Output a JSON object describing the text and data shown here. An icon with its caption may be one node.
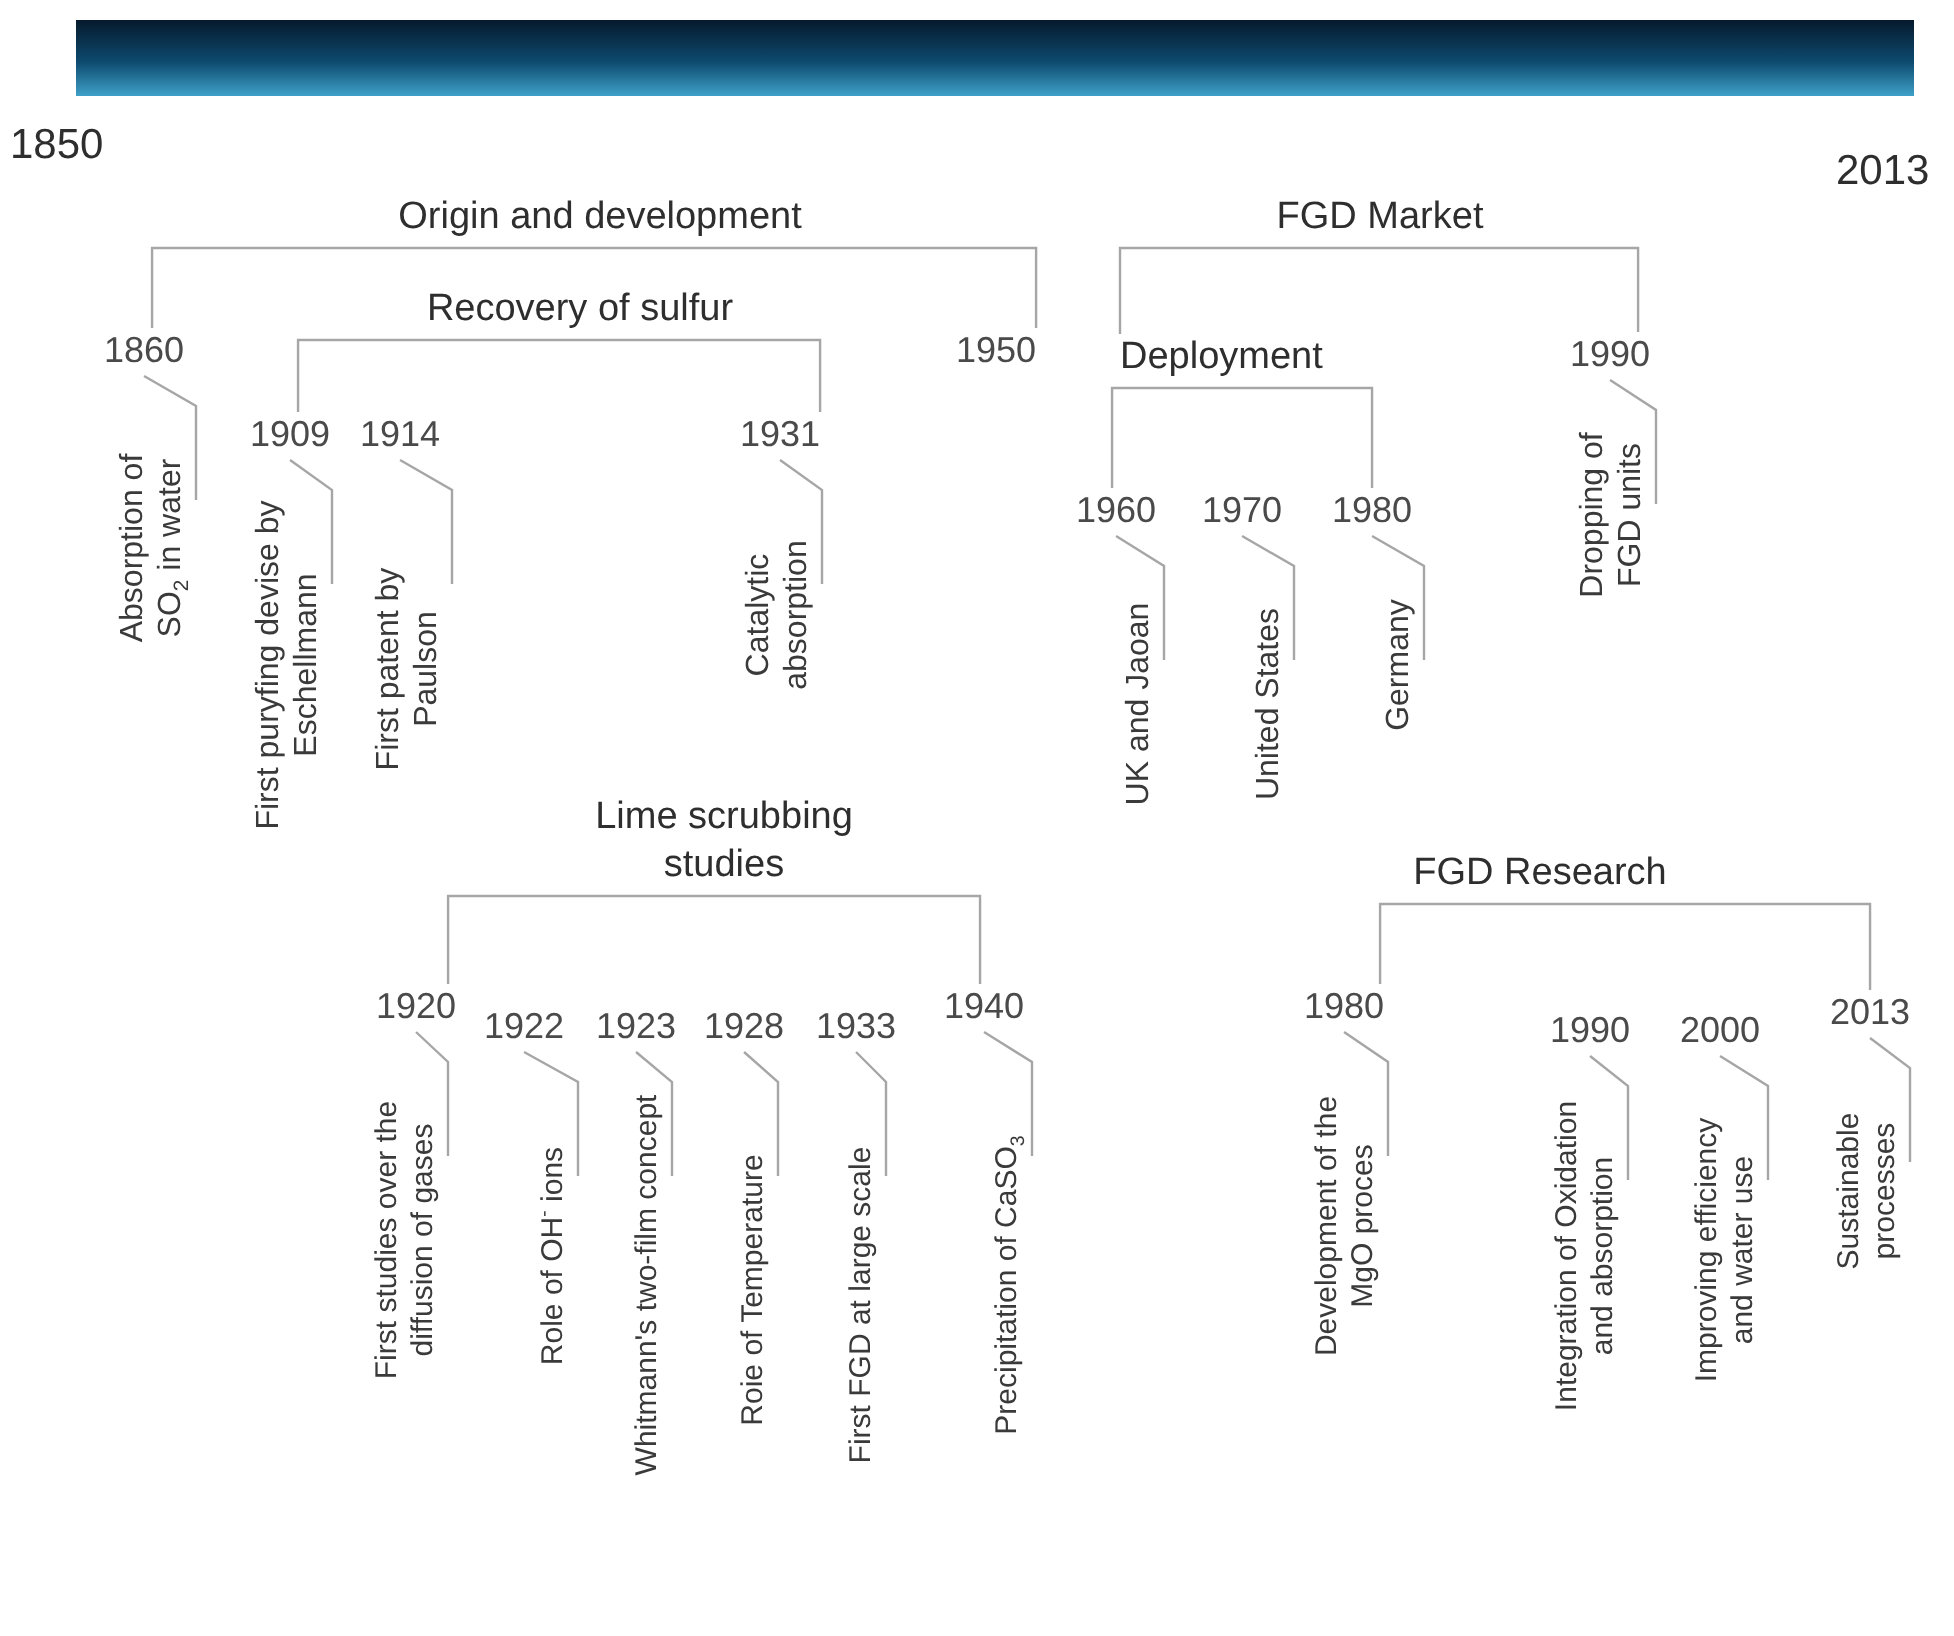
{
  "diagram": {
    "nodes": [
      {
        "text": [
          "Origin and development"
        ]
      },
      {
        "text": [
          "1860"
        ]
      },
      {
        "text": [
          "Absorption of SO$_{2}$ in water"
        ]
      },
      {
        "text": [
          "Recovery of sulfur"
        ]
      },
      {
        "text": [
          "1909"
        ]
      },
      {
        "text": [
          "First puryfing devise by Eschellmann"
        ]
      },
      {
        "text": [
          "1914"
        ]
      },
      {
        "text": [
          "First patent by Paulson"
        ]
      },
      {
        "text": [
          "1931"
        ]
      },
      {
        "text": [
          "Catalytic absorption"
        ]
      },
      {
        "text": [
          "1950"
        ]
      },
      {
        "text": [
          "FGD Market"
        ]
      },
      {
        "text": [
          "Deployment"
        ]
      },
      {
        "text": [
          "1960"
        ]
      },
      {
        "text": [
          "UK and Jaoan"
        ]
      },
      {
        "text": [
          "1970"
        ]
      },
      {
        "text": [
          "United States"
        ]
      },
      {
        "text": [
          "1980"
        ]
      },
      {
        "text": [
          "Germany"
        ]
      },
      {
        "text": [
          "1990"
        ]
      },
      {
        "text": [
          "Dropping of FGD units"
        ]
      },
      {
        "text": [
          "Lime scrubbing studies"
        ]
      },
      {
        "text": [
          "1920"
        ]
      },
      {
        "text": [
          "First studies over the diffusion of gases"
        ]
      },
      {
        "text": [
          "1922"
        ]
      },
      {
        "text": [
          "Role of OH$^{-}$ ions"
        ]
      },
      {
        "text": [
          "1923"
        ]
      },
      {
        "text": [
          "Whitmann's two-film concept"
        ]
      },
      {
        "text": [
          "1928"
        ]
      },
      {
        "text": [
          "Roie of Temperature"
        ]
      },
      {
        "text": [
          "1933"
        ]
      },
      {
        "text": [
          "First FGD at large scale"
        ]
      },
      {
        "text": [
          "1940"
        ]
      },
      {
        "text": [
          "Precipitation of CaSO$_{3}$"
        ]
      },
      {
        "text": [
          "FGD Research"
        ]
      },
      {
        "text": [
          "1980"
        ]
      },
      {
        "text": [
          "Development of the MgO proces"
        ]
      },
      {
        "text": [
          "1990"
        ]
      },
      {
        "text": [
          "Integration of Oxidation and absorption"
        ]
      },
      {
        "text": [
          "2000"
        ]
      },
      {
        "text": [
          "Improving efficiency and water use"
        ]
      },
      {
        "text": [
          "2013"
        ]
      },
      {
        "text": [
          "Sustainable processes"
        ]
      },
      {
        "text": [],
        "shape": "bar"
      }
    ],
    "edges": [
      {
        "from": 0,
        "to": 1,
        "arrow": "none"
      },
      {
        "from": 0,
        "to": 10,
        "arrow": "none"
      },
      {
        "from": 3,
        "to": 4,
        "arrow": "none"
      },
      {
        "from": 3,
        "to": 8,
        "arrow": "none"
      },
      {
        "from": 11,
        "to": 12,
        "arrow": "none"
      },
      {
        "from": 11,
        "to": 19,
        "arrow": "none"
      },
      {
        "from": 12,
        "to": 13,
        "arrow": "none"
      },
      {
        "from": 12,
        "to": 17,
        "arrow": "none"
      },
      {
        "from": 21,
        "to": 22,
        "arrow": "none"
      },
      {
        "from": 21,
        "to": 32,
        "arrow": "none"
      },
      {
        "from": 34,
        "to": 35,
        "arrow": "none"
      },
      {
        "from": 34,
        "to": 41,
        "arrow": "none"
      },
      {
        "from": 1,
        "to": 2,
        "arrow": "none"
      },
      {
        "from": 4,
        "to": 5,
        "arrow": "none"
      },
      {
        "from": 6,
        "to": 7,
        "arrow": "none"
      },
      {
        "from": 8,
        "to": 9,
        "arrow": "none"
      },
      {
        "from": 13,
        "to": 14,
        "arrow": "none"
      },
      {
        "from": 15,
        "to": 16,
        "arrow": "none"
      },
      {
        "from": 17,
        "to": 18,
        "arrow": "none"
      },
      {
        "from": 19,
        "to": 20,
        "arrow": "none"
      },
      {
        "from": 22,
        "to": 23,
        "arrow": "none"
      },
      {
        "from": 24,
        "to": 25,
        "arrow": "none"
      },
      {
        "from": 26,
        "to": 27,
        "arrow": "none"
      },
      {
        "from": 28,
        "to": 29,
        "arrow": "none"
      },
      {
        "from": 30,
        "to": 31,
        "arrow": "none"
      },
      {
        "from": 32,
        "to": 33,
        "arrow": "none"
      },
      {
        "from": 35,
        "to": 36,
        "arrow": "none"
      },
      {
        "from": 37,
        "to": 38,
        "arrow": "none"
      },
      {
        "from": 39,
        "to": 40,
        "arrow": "none"
      },
      {
        "from": 41,
        "to": 42,
        "arrow": "none"
      }
    ],
    "labels": [
      "1850",
      "2013"
    ]
  }
}
